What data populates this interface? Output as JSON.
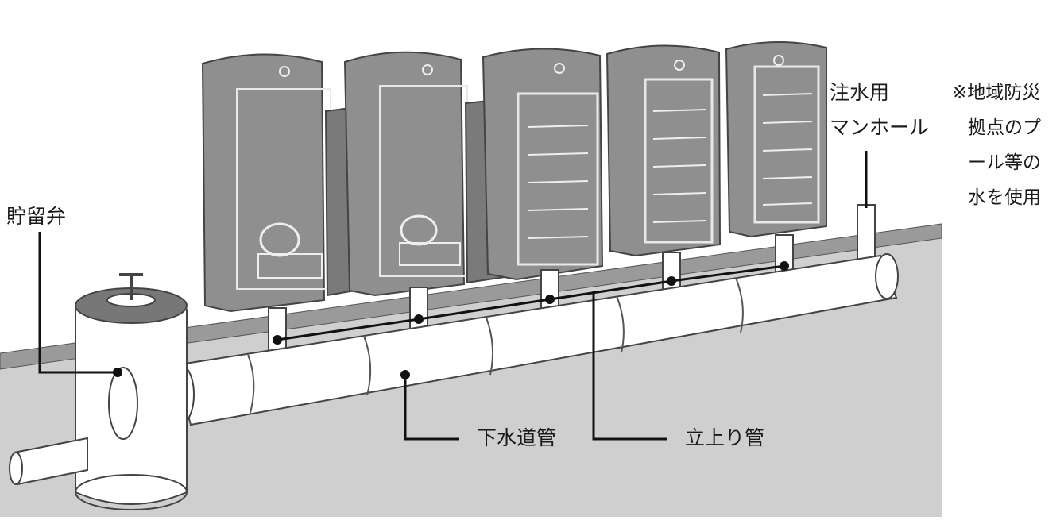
{
  "labels": {
    "storage_valve": "貯留弁",
    "sewer_pipe": "下水道管",
    "riser_pipe": "立上り管",
    "injection_manhole_line1": "注水用",
    "injection_manhole_line2": "マンホール"
  },
  "note": {
    "lines": [
      "※地域防災",
      "拠点のプ",
      "ール等の",
      "水を使用"
    ]
  },
  "colors": {
    "ground": "#cfcfcf",
    "booth": "#8f8f8f",
    "booth_dark": "#6f6f6f",
    "pipe": "#ffffff",
    "outline": "#444444",
    "leader": "#111111"
  }
}
